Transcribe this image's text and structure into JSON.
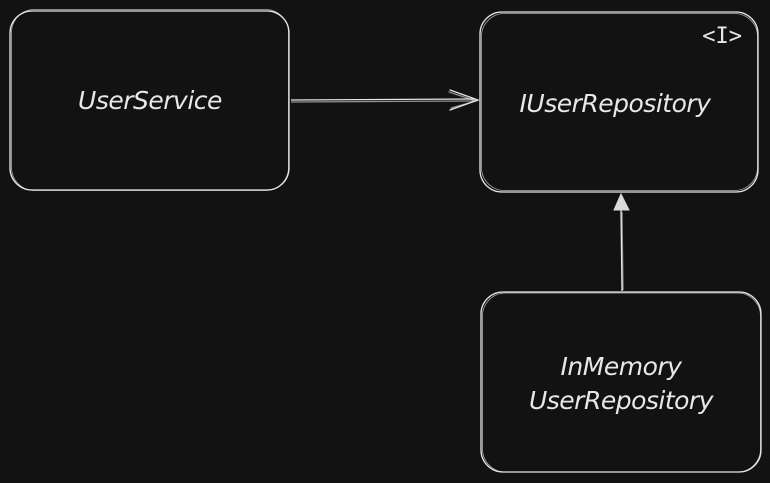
{
  "diagram": {
    "nodes": {
      "user_service": {
        "label": "UserService"
      },
      "iuser_repository": {
        "label": "IUserRepository",
        "stereotype": "<I>"
      },
      "inmemory_repository": {
        "label_line1": "InMemory",
        "label_line2": "UserRepository"
      }
    },
    "edges": [
      {
        "from": "UserService",
        "to": "IUserRepository",
        "arrow": "open"
      },
      {
        "from": "InMemory UserRepository",
        "to": "IUserRepository",
        "arrow": "filled"
      }
    ]
  },
  "colors": {
    "background": "#121212",
    "stroke": "#e6e6e6",
    "text": "#e8e8e8"
  }
}
